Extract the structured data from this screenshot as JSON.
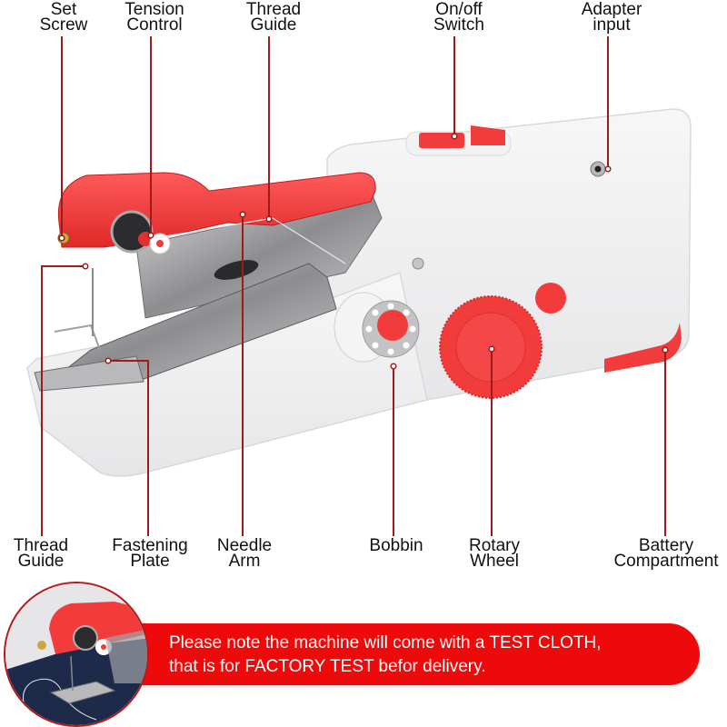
{
  "diagram": {
    "subject": "Handheld sewing machine",
    "leader_color": "#9e1b1b",
    "accent_color": "#f23c3c",
    "labels_top": [
      {
        "id": "set-screw",
        "lines": [
          "Set",
          "Screw"
        ]
      },
      {
        "id": "tension-control",
        "lines": [
          "Tension",
          "Control"
        ]
      },
      {
        "id": "thread-guide-top",
        "lines": [
          "Thread",
          "Guide"
        ]
      },
      {
        "id": "on-off-switch",
        "lines": [
          "On/off",
          "Switch"
        ]
      },
      {
        "id": "adapter-input",
        "lines": [
          "Adapter",
          "input"
        ]
      }
    ],
    "labels_bottom": [
      {
        "id": "thread-guide-bottom",
        "lines": [
          "Thread",
          "Guide"
        ]
      },
      {
        "id": "fastening-plate",
        "lines": [
          "Fastening",
          "Plate"
        ]
      },
      {
        "id": "needle-arm",
        "lines": [
          "Needle",
          "Arm"
        ]
      },
      {
        "id": "bobbin",
        "lines": [
          "Bobbin"
        ]
      },
      {
        "id": "rotary-wheel",
        "lines": [
          "Rotary",
          "Wheel"
        ]
      },
      {
        "id": "battery-compartment",
        "lines": [
          "Battery",
          "Compartment"
        ]
      }
    ]
  },
  "notice": {
    "line1": "Please note the machine will come with a TEST CLOTH,",
    "line2": "that is for FACTORY TEST befor delivery.",
    "background": "#ee0a0a"
  }
}
